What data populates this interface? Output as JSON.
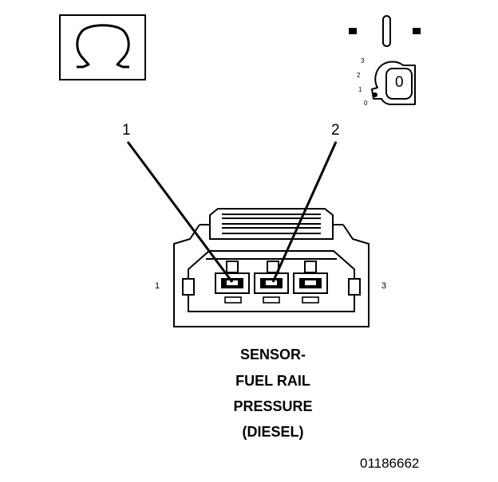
{
  "callouts": [
    "1",
    "2"
  ],
  "pin_numbers": {
    "left": "1",
    "right": "3"
  },
  "ignition_positions": [
    "3",
    "2",
    "1",
    "0"
  ],
  "key_position_symbol": "0",
  "caption_lines": [
    "SENSOR-",
    "FUEL RAIL",
    "PRESSURE",
    "(DIESEL)"
  ],
  "figure_id": "01186662",
  "icons": {
    "meter": "ohm-icon",
    "ignition": "ignition-key-icon"
  }
}
